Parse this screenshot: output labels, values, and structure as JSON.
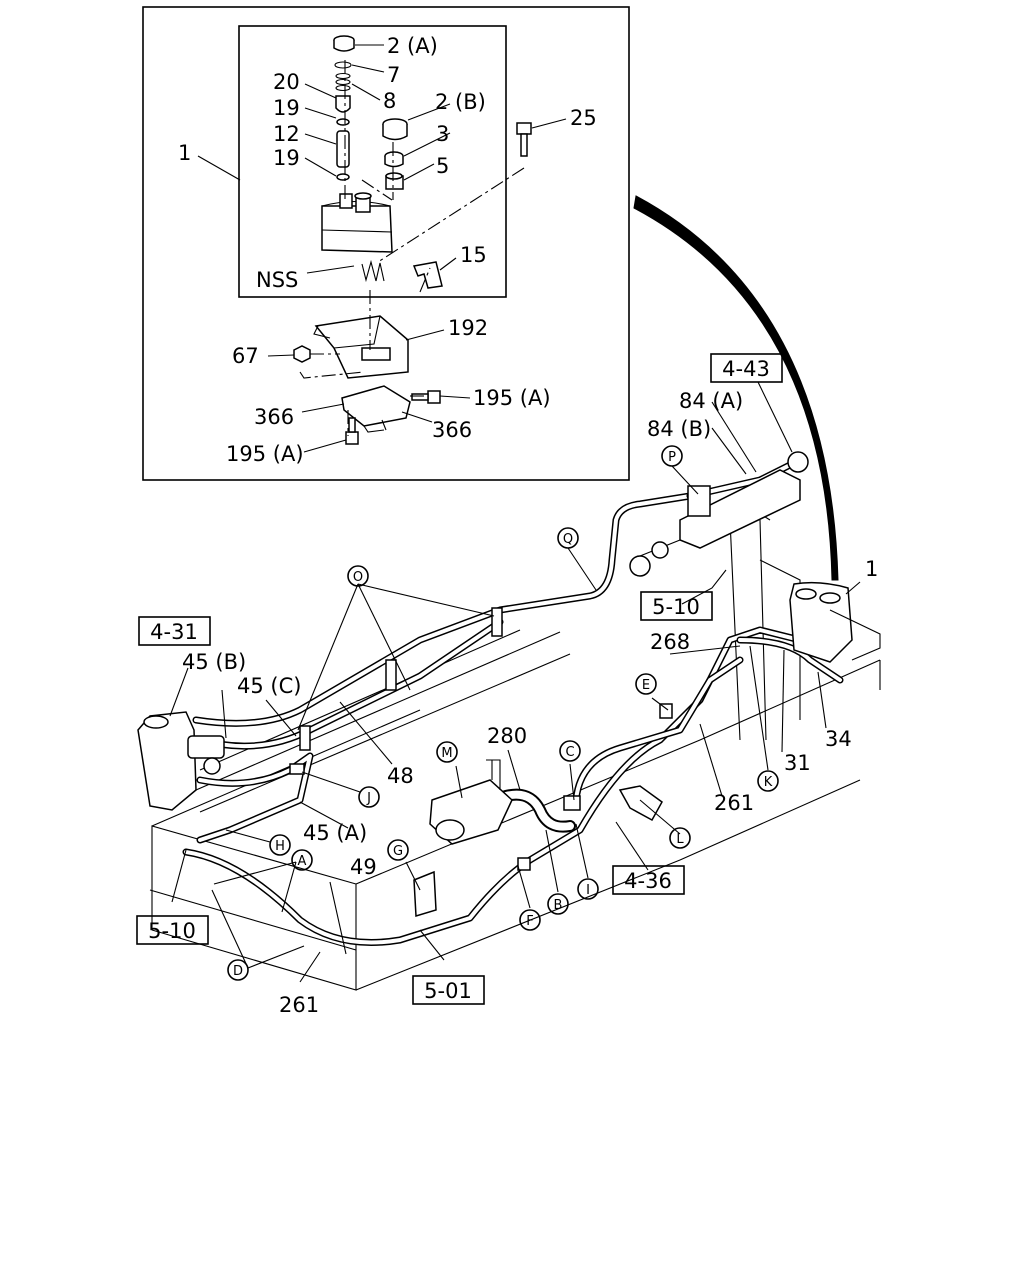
{
  "labels": {
    "l_1_top": "1",
    "l_1_right": "1",
    "l_2a": "2 (A)",
    "l_7": "7",
    "l_8": "8",
    "l_20": "20",
    "l_19a": "19",
    "l_12": "12",
    "l_19b": "19",
    "l_2b": "2 (B)",
    "l_3": "3",
    "l_5": "5",
    "l_25": "25",
    "l_nss": "NSS",
    "l_15": "15",
    "l_192": "192",
    "l_67": "67",
    "l_195a_r": "195 (A)",
    "l_366_l": "366",
    "l_366_r": "366",
    "l_195a_b": "195 (A)",
    "l_84a": "84 (A)",
    "l_84b": "84 (B)",
    "l_268": "268",
    "l_45b": "45 (B)",
    "l_45c": "45 (C)",
    "l_48": "48",
    "l_45a": "45 (A)",
    "l_280": "280",
    "l_31": "31",
    "l_34": "34",
    "l_261_r": "261",
    "l_261_b": "261",
    "l_49": "49"
  },
  "refs": {
    "r_443": "4-43",
    "r_510_top": "5-10",
    "r_431": "4-31",
    "r_510_left": "5-10",
    "r_436": "4-36",
    "r_501": "5-01"
  },
  "callouts": {
    "c_O": "O",
    "c_Q": "Q",
    "c_P": "P",
    "c_E": "E",
    "c_J": "J",
    "c_H": "H",
    "c_A": "A",
    "c_M": "M",
    "c_C": "C",
    "c_K": "K",
    "c_L": "L",
    "c_G": "G",
    "c_F": "F",
    "c_B": "B",
    "c_I": "I",
    "c_D": "D"
  }
}
